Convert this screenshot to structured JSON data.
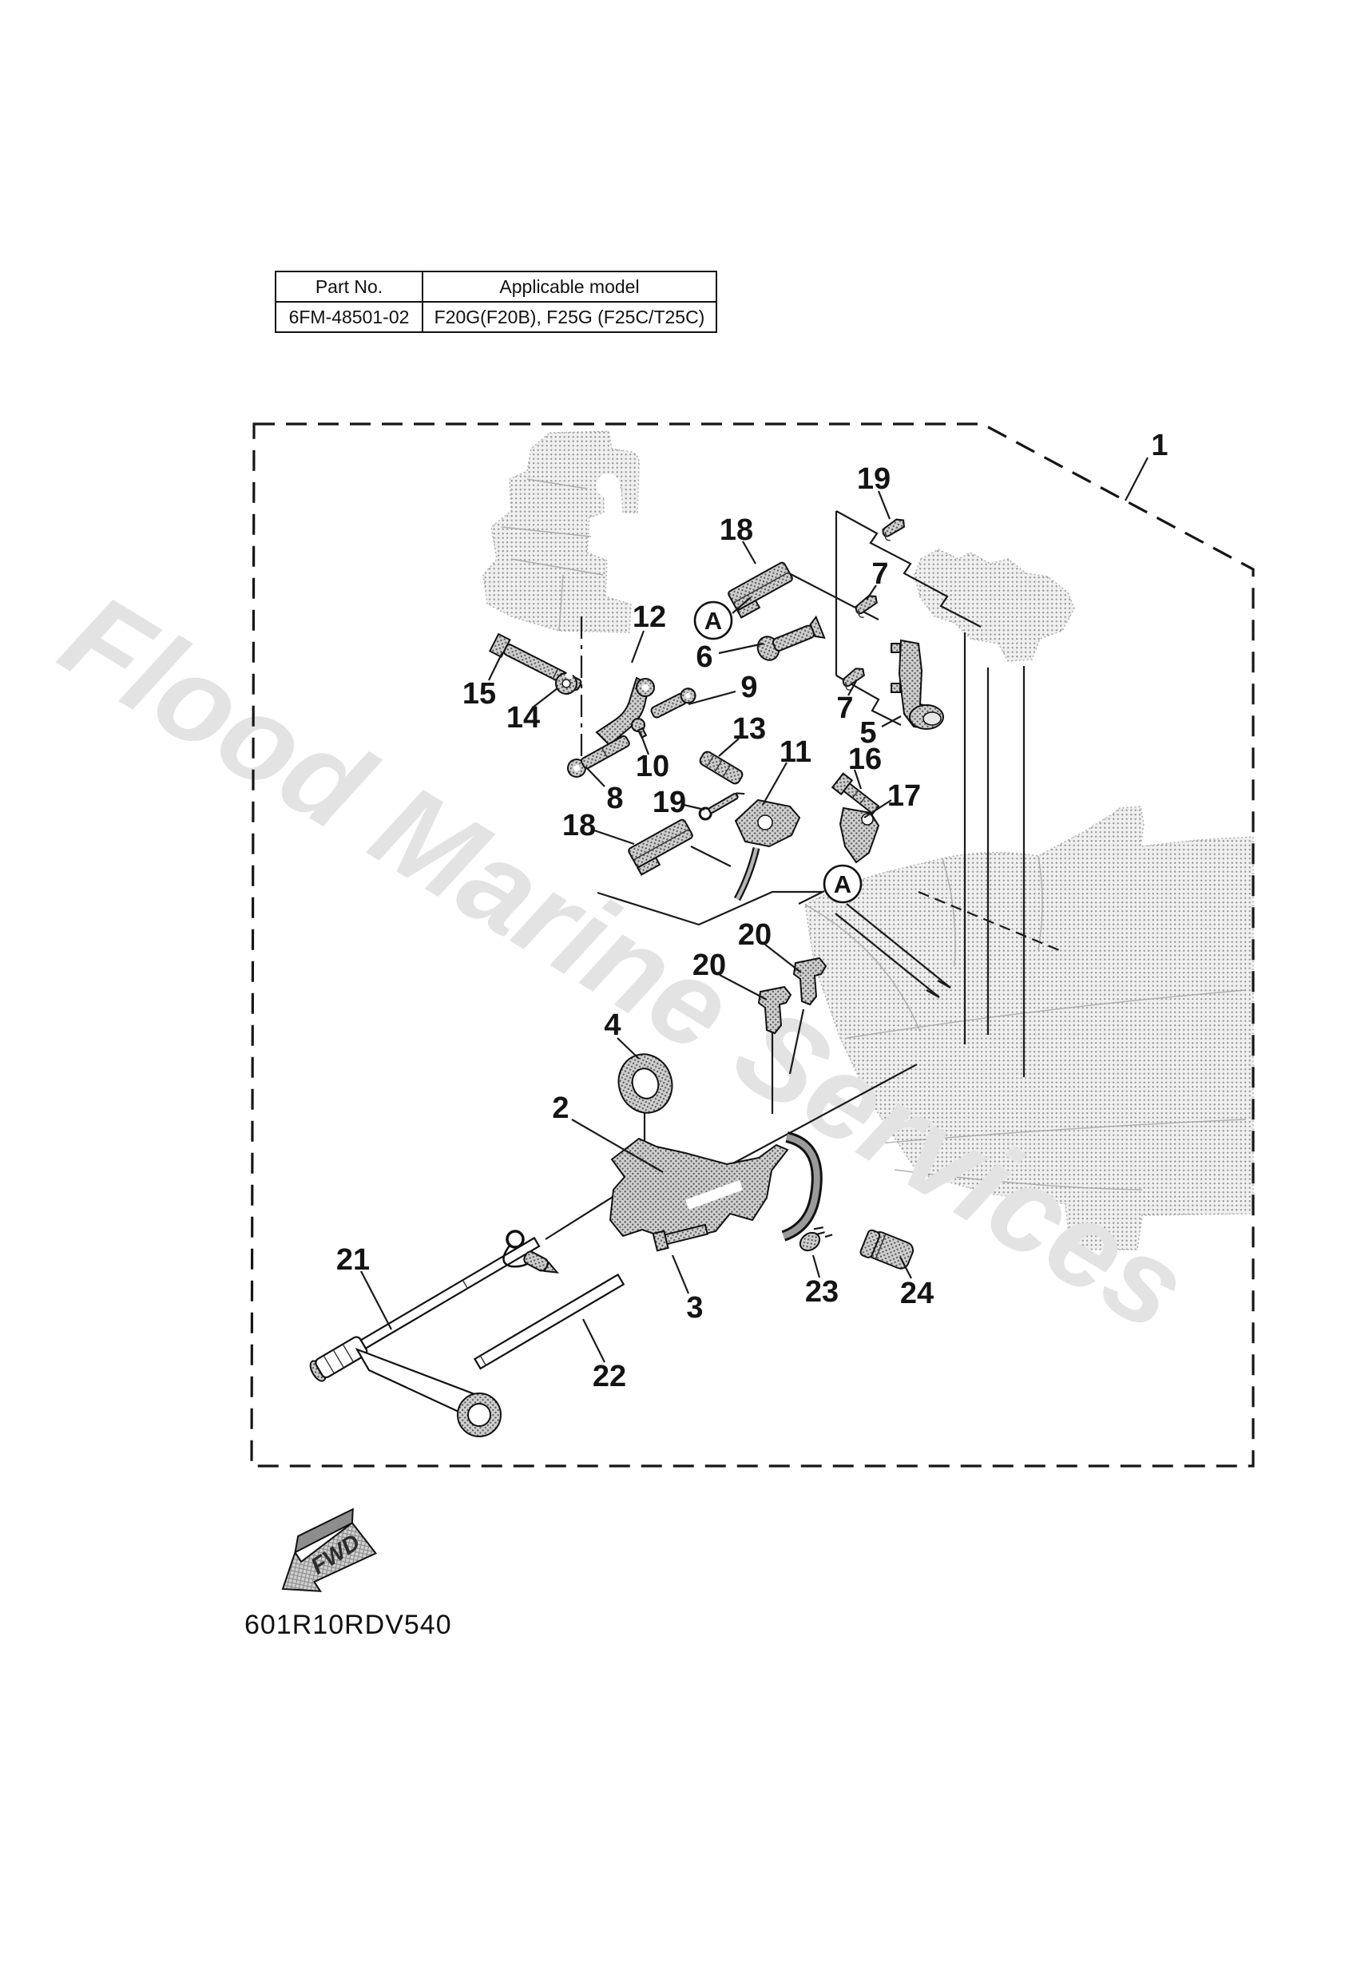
{
  "part_table": {
    "headers": [
      "Part No.",
      "Applicable model"
    ],
    "rows": [
      [
        "6FM-48501-02",
        "F20G(F20B), F25G (F25C/T25C)"
      ]
    ]
  },
  "part_labels": [
    "1",
    "2",
    "3",
    "4",
    "5",
    "6",
    "7",
    "8",
    "9",
    "10",
    "11",
    "12",
    "13",
    "14",
    "15",
    "16",
    "17",
    "18",
    "19",
    "20",
    "21",
    "22",
    "23",
    "24"
  ],
  "detail_marker": {
    "label": "A"
  },
  "fwd_arrow": {
    "label": "FWD"
  },
  "drawing_code": "601R10RDV540",
  "watermark": {
    "text": "Flood Marine Services",
    "color": "#e3e3e3"
  },
  "colors": {
    "line": "#1a1a1a",
    "part_fill": "#9a9a9a",
    "ghost_fill": "#d9d9d9",
    "background": "#ffffff"
  }
}
